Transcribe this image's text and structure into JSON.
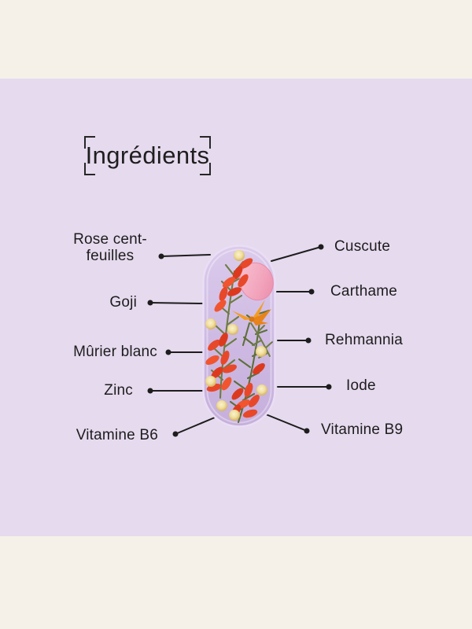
{
  "page": {
    "background_color": "#f5f1e9"
  },
  "panel": {
    "background_color": "#e6daee"
  },
  "title": {
    "text": "Ingrédients"
  },
  "colors": {
    "text": "#1d1d1d",
    "leader_line": "#1d1d1d",
    "capsule_fill": "#cdb9e2",
    "capsule_rim": "#eadef5",
    "goji_red": "#e8482a",
    "pearl_yellow": "#e9c96f",
    "petal_pink": "#f2a4bc",
    "safflower_orange": "#f09a22",
    "rosemary_green": "#6d7c42"
  },
  "ingredients": {
    "left": [
      {
        "label": "Rose cent-feuilles"
      },
      {
        "label": "Goji"
      },
      {
        "label": "Mûrier blanc"
      },
      {
        "label": "Zinc"
      },
      {
        "label": "Vitamine B6"
      }
    ],
    "right": [
      {
        "label": "Cuscute"
      },
      {
        "label": "Carthame"
      },
      {
        "label": "Rehmannia"
      },
      {
        "label": "Iode"
      },
      {
        "label": "Vitamine B9"
      }
    ]
  },
  "artwork": {
    "description": "transparent capsule filled with botanicals",
    "elements": [
      "goji-berries",
      "rosemary-sprigs",
      "rose-petal",
      "safflower-flower",
      "yellow-pearls"
    ]
  }
}
